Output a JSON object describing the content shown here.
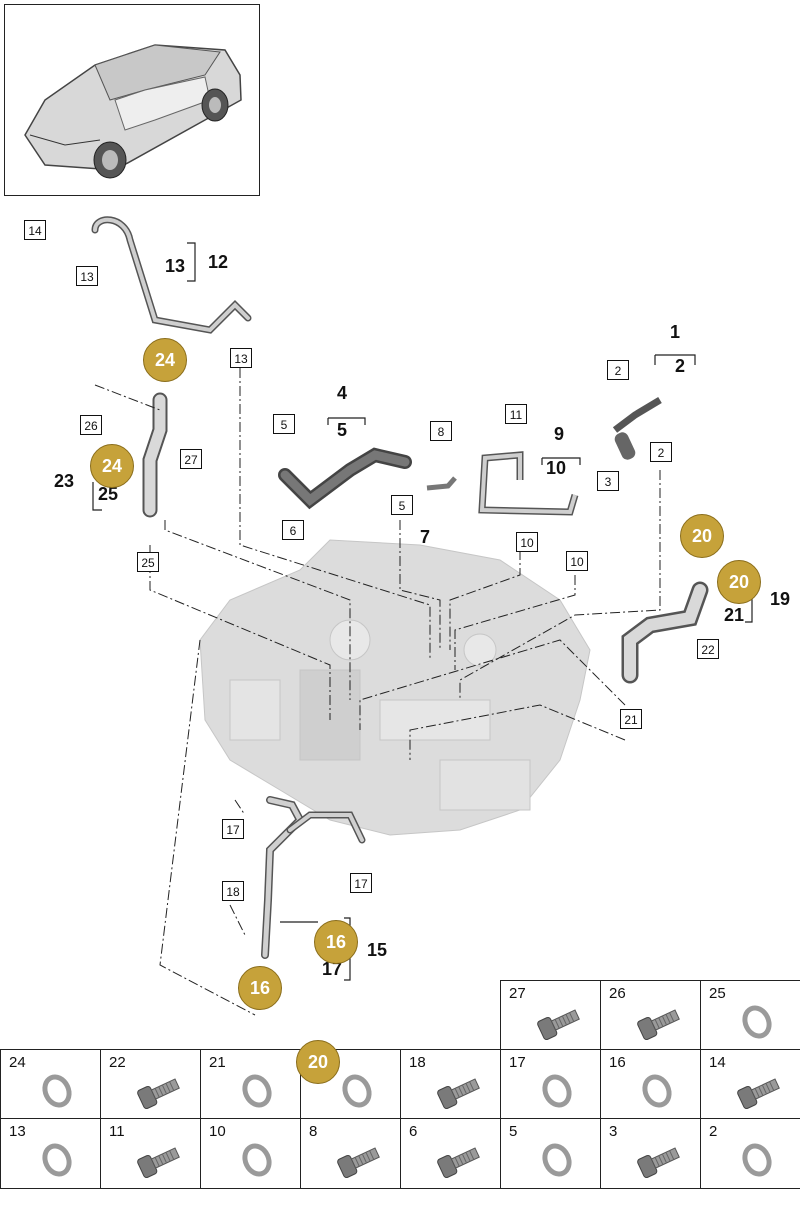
{
  "callout_boxes": [
    "14",
    "13",
    "13",
    "26",
    "27",
    "25",
    "5",
    "6",
    "5",
    "8",
    "11",
    "10",
    "10",
    "2",
    "2",
    "3",
    "22",
    "21",
    "17",
    "17",
    "18"
  ],
  "bold_labels": [
    "13",
    "12",
    "4",
    "5",
    "7",
    "9",
    "10",
    "1",
    "2",
    "23",
    "25",
    "19",
    "21",
    "15",
    "17"
  ],
  "badges": [
    "24",
    "24",
    "20",
    "20",
    "16",
    "16",
    "20"
  ],
  "parts_grid": {
    "row1": [
      {
        "num": "27",
        "type": "screw"
      },
      {
        "num": "26",
        "type": "screw"
      },
      {
        "num": "25",
        "type": "ring"
      }
    ],
    "row2": [
      {
        "num": "24",
        "type": "ring"
      },
      {
        "num": "22",
        "type": "screw"
      },
      {
        "num": "21",
        "type": "ring"
      },
      {
        "num": "",
        "type": "ring"
      },
      {
        "num": "18",
        "type": "screw"
      },
      {
        "num": "17",
        "type": "ring"
      },
      {
        "num": "16",
        "type": "ring"
      },
      {
        "num": "14",
        "type": "screw"
      }
    ],
    "row3": [
      {
        "num": "13",
        "type": "ring"
      },
      {
        "num": "11",
        "type": "screw"
      },
      {
        "num": "10",
        "type": "ring"
      },
      {
        "num": "8",
        "type": "screw"
      },
      {
        "num": "6",
        "type": "screw"
      },
      {
        "num": "5",
        "type": "ring"
      },
      {
        "num": "3",
        "type": "screw"
      },
      {
        "num": "2",
        "type": "ring"
      }
    ]
  },
  "colors": {
    "badge": "#c6a23a",
    "line": "#222222",
    "part": "#9a9a9a",
    "engine": "#dcdcdc"
  }
}
